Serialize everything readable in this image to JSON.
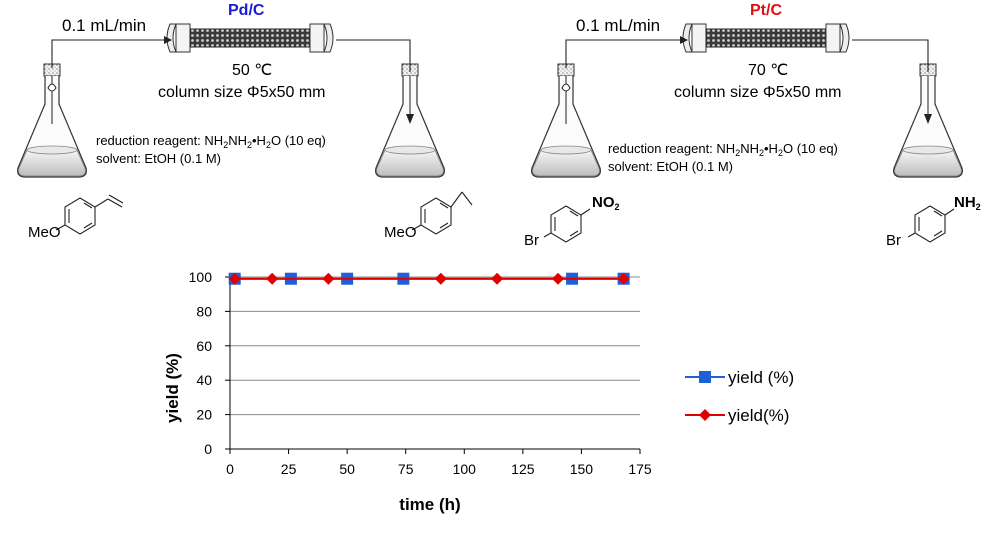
{
  "panels": [
    {
      "flow_rate": "0.1 mL/min",
      "catalyst": "Pd/C",
      "catalyst_color": "#1a1ad8",
      "temperature": "50 ℃",
      "column_size": "column size Φ5x50 mm",
      "reagent_prefix": "reduction reagent: NH",
      "reagent_mid": "NH",
      "reagent_tail": "•H",
      "reagent_end": "O (10 eq)",
      "solvent": "solvent: EtOH (0.1 M)",
      "substrate_label": "MeO",
      "product_label": "MeO"
    },
    {
      "flow_rate": "0.1 mL/min",
      "catalyst": "Pt/C",
      "catalyst_color": "#e01010",
      "temperature": "70 ℃",
      "column_size": "column size Φ5x50 mm",
      "reagent_prefix": "reduction reagent: NH",
      "reagent_mid": "NH",
      "reagent_tail": "•H",
      "reagent_end": "O (10 eq)",
      "solvent": "solvent: EtOH (0.1 M)",
      "substrate_label": "Br",
      "substrate_group": "NO",
      "product_label": "Br",
      "product_group": "NH"
    }
  ],
  "chart_data": {
    "type": "line",
    "xlabel": "time (h)",
    "ylabel": "yield (%)",
    "xlim": [
      0,
      175
    ],
    "ylim": [
      0,
      100
    ],
    "xticks": [
      0,
      25,
      50,
      75,
      100,
      125,
      150,
      175
    ],
    "yticks": [
      0,
      20,
      40,
      60,
      80,
      100
    ],
    "grid": "horizontal",
    "legend_position": "right",
    "series": [
      {
        "name": "yield (%)",
        "color": "#1f5fd8",
        "marker": "square",
        "x": [
          2,
          26,
          50,
          74,
          146,
          168
        ],
        "y": [
          99,
          99,
          99,
          99,
          99,
          99
        ]
      },
      {
        "name": "yield(%)",
        "color": "#e00000",
        "marker": "diamond",
        "x": [
          2,
          18,
          42,
          90,
          114,
          140,
          168
        ],
        "y": [
          99,
          99,
          99,
          99,
          99,
          99,
          99
        ]
      }
    ]
  }
}
